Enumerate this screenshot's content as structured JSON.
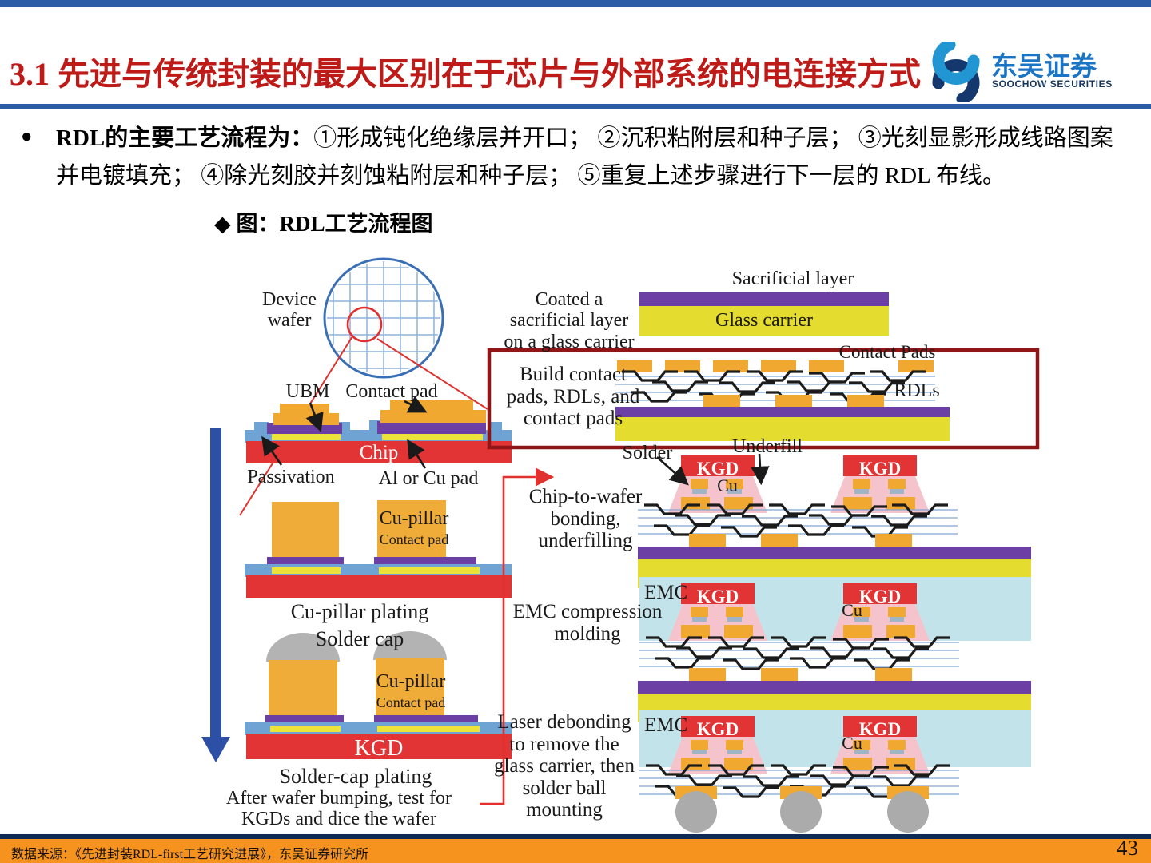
{
  "header": {
    "title": "3.1 先进与传统封装的最大区别在于芯片与外部系统的电连接方式",
    "logo": {
      "cn": "东吴证券",
      "en": "SOOCHOW SECURITIES"
    }
  },
  "bullet": {
    "marker": "●",
    "lead": "RDL的主要工艺流程为：",
    "body": "①形成钝化绝缘层并开口； ②沉积粘附层和种子层； ③光刻显影形成线路图案并电镀填充； ④除光刻胶并刻蚀粘附层和种子层； ⑤重复上述步骤进行下一层的 RDL 布线。"
  },
  "caption": "◆ 图：RDL工艺流程图",
  "fig": {
    "device_wafer": "Device wafer",
    "ubm": "UBM",
    "contact_pad": "Contact pad",
    "chip": "Chip",
    "passivation": "Passivation",
    "al_or_cu_pad": "Al or Cu pad",
    "cu_pillar": "Cu-pillar",
    "cu_pillar_plating": "Cu-pillar plating",
    "solder_cap": "Solder cap",
    "kgd": "KGD",
    "solder_cap_plating": "Solder-cap plating",
    "after_note": "After wafer bumping, test for KGDs and dice the wafer",
    "coated": "Coated a sacrificial layer on a glass carrier",
    "sacrificial_layer": "Sacrificial layer",
    "glass_carrier": "Glass carrier",
    "contact_pads": "Contact Pads",
    "build": "Build contact pads, RDLs, and contact pads",
    "rdls": "RDLs",
    "solder": "Solder",
    "underfill": "Underfill",
    "cu": "Cu",
    "chip_to_wafer": "Chip-to-wafer bonding, underfilling",
    "emc": "EMC",
    "emc_molding": "EMC compression molding",
    "laser": "Laser debonding to remove the glass carrier, then solder ball mounting"
  },
  "footer": {
    "source": "数据来源：《先进封装RDL-first工艺研究进展》，东吴证券研究所",
    "page": "43"
  },
  "colors": {
    "title_red": "#BE1A17",
    "divider_blue": "#2B5DA7",
    "footer_orange": "#F6921E",
    "footer_navy": "#0E2B55",
    "pad_orange": "#F0A830",
    "layer_purple": "#6B3FA3",
    "glass_yellow": "#E5DC30",
    "chip_red": "#E23434",
    "passivation_blue": "#6FA3D3",
    "underfill_pink": "#F5C3CB",
    "emc_blue": "#C3E3EB",
    "solder_gray": "#ABABAB",
    "highlight_box_red": "#8E1616",
    "arrow_blue": "#2E4FA6",
    "connector_red": "#E0312E"
  }
}
